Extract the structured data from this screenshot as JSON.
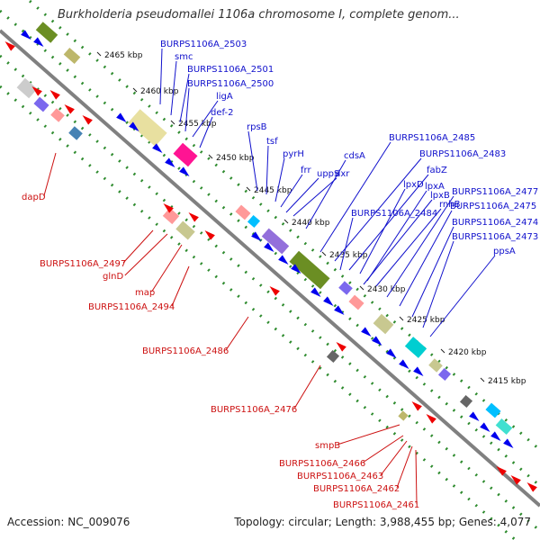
{
  "title": "Burkholderia pseudomallei 1106a chromosome I, complete genom...",
  "accession": "Accession: NC_009076",
  "summary": "Topology: circular; Length: 3,988,455 bp; Genes: 4,077",
  "colors": {
    "backbone": "#808080",
    "plus_strand_genes": "#0000ee",
    "minus_strand_genes": "#ee0000",
    "tick_dots": "#2e8b2e",
    "label_upper": "#1010cc",
    "label_lower": "#cc1010"
  },
  "kbp_ticks": [
    "2465 kbp",
    "2460 kbp",
    "2455 kbp",
    "2450 kbp",
    "2445 kbp",
    "2440 kbp",
    "2435 kbp",
    "2430 kbp",
    "2425 kbp",
    "2420 kbp",
    "2415 kbp"
  ],
  "upper_labels": [
    "BURPS1106A_2503",
    "smc",
    "BURPS1106A_2501",
    "BURPS1106A_2500",
    "ligA",
    "def-2",
    "rpsB",
    "tsf",
    "pyrH",
    "frr",
    "uppS",
    "dxr",
    "cdsA",
    "BURPS1106A_2485",
    "BURPS1106A_2483",
    "fabZ",
    "lpxD",
    "lpxA",
    "rnhB",
    "lpxB",
    "BURPS1106A_2477",
    "BURPS1106A_2484",
    "BURPS1106A_2475",
    "BURPS1106A_2474",
    "BURPS1106A_2473",
    "ppsA"
  ],
  "lower_labels": [
    "dapD",
    "BURPS1106A_2497",
    "glnD",
    "map",
    "BURPS1106A_2494",
    "BURPS1106A_2486",
    "BURPS1106A_2476",
    "smpB",
    "BURPS1106A_2466",
    "BURPS1106A_2463",
    "BURPS1106A_2462",
    "BURPS1106A_2461"
  ]
}
